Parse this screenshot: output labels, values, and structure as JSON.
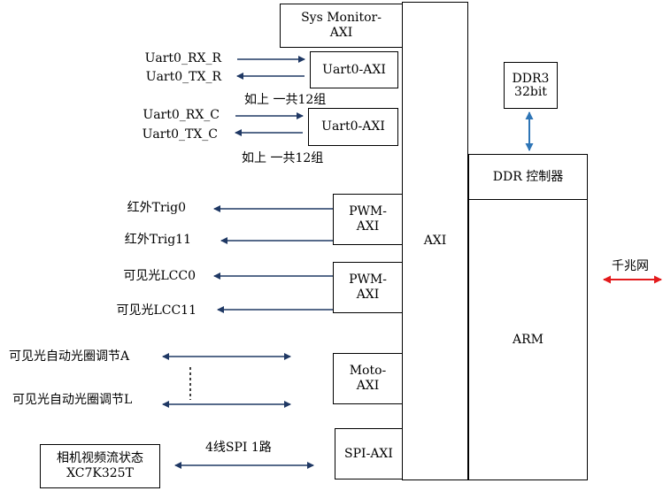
{
  "blocks": {
    "sys_monitor": "Sys Monitor-\nAXI",
    "uart_r": "Uart0-AXI",
    "uart_c": "Uart0-AXI",
    "pwm_ir": "PWM-\nAXI",
    "pwm_vis": "PWM-\nAXI",
    "moto": "Moto-\nAXI",
    "spi": "SPI-AXI",
    "axi": "AXI",
    "ddr3": "DDR3\n32bit",
    "ddr_ctrl": "DDR 控制器",
    "arm": "ARM",
    "camera": "相机视频流状态\nXC7K325T"
  },
  "signals": {
    "uart_rx_r": "Uart0_RX_R",
    "uart_tx_r": "Uart0_TX_R",
    "note_r": "如上 一共12组",
    "uart_rx_c": "Uart0_RX_C",
    "uart_tx_c": "Uart0_TX_C",
    "note_c": "如上 一共12组",
    "ir_trig0": "红外Trig0",
    "ir_trig11": "红外Trig11",
    "vis_lcc0": "可见光LCC0",
    "vis_lcc11": "可见光LCC11",
    "focus_a": "可见光自动光圈调节A",
    "focus_l": "可见光自动光圈调节L",
    "spi_link": "4线SPI 1路",
    "gigabit": "千兆网"
  },
  "colors": {
    "arrow": "#1f3864",
    "ddr_link": "#2e75b6",
    "gigabit": "#e31a1c"
  }
}
